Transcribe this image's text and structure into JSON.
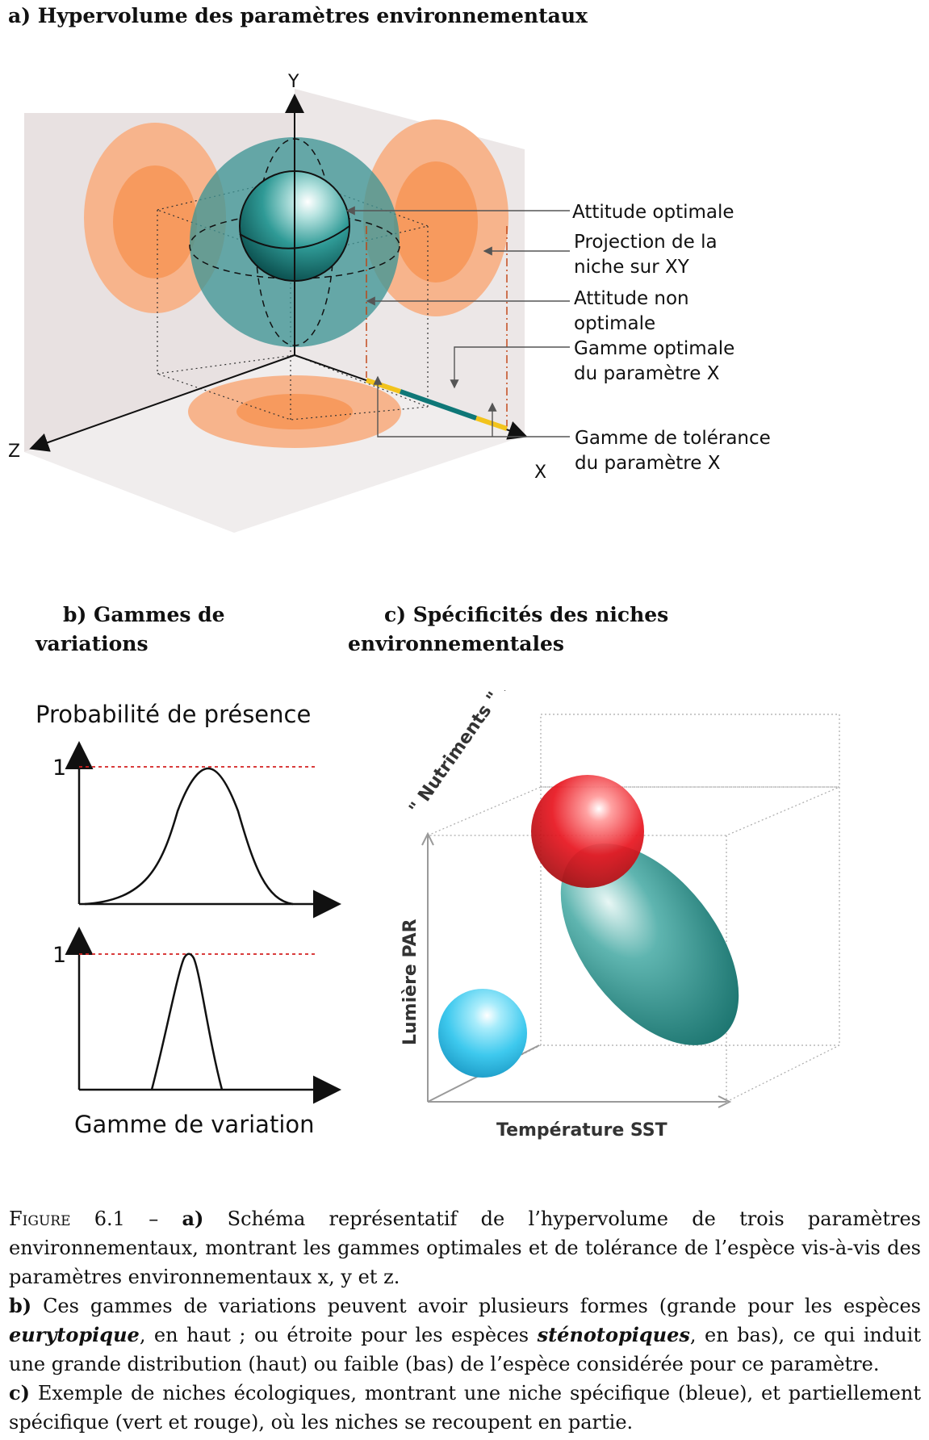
{
  "panel_a": {
    "title": "a) Hypervolume des paramètres environnementaux",
    "axis_y": "Y",
    "axis_z": "Z",
    "axis_x": "X",
    "labels": {
      "optimal_attitude": "Attitude optimale",
      "projection_line1": "Projection de la",
      "projection_line2": "niche sur XY",
      "non_optimal_line1": "Attitude non",
      "non_optimal_line2": "optimale",
      "optimal_range_line1": "Gamme optimale",
      "optimal_range_line2": "du paramètre X",
      "tolerance_line1": "Gamme de tolérance",
      "tolerance_line2": "du paramètre X"
    },
    "colors": {
      "teal": "#3f9595",
      "orange_outer": "#f7b48c",
      "orange_inner": "#f79a5e",
      "wall": "#e8e2e2",
      "yellow": "#f2c31c"
    }
  },
  "panel_b": {
    "title_line1": "b) Gammes de",
    "title_line2": "variations",
    "ylabel": "Probabilité de présence",
    "xlabel": "Gamme de variation",
    "tick_top": "1",
    "tick_bottom": "1"
  },
  "panel_c": {
    "title_line1": "c) Spécificités des niches",
    "title_line2": "environnementales",
    "axis_vertical": "Lumière PAR",
    "axis_horizontal": "Température SST",
    "axis_depth": "\" Nutriments \" MLD",
    "colors": {
      "red": "#e8141e",
      "teal": "#2b8a86",
      "blue": "#3ec9ee"
    }
  },
  "caption": {
    "figure_label": "Figure 6.1 –",
    "a_label": "a)",
    "a_text": "Schéma représentatif de l’hypervolume de trois paramètres environnementaux, montrant les gammes optimales et de tolérance de l’espèce vis-à-vis des paramètres environnementaux x, y et z.",
    "b_label": "b)",
    "b_text1": "Ces gammes de variations peuvent avoir plusieurs formes (grande pour les espèces",
    "b_em1": "eurytopique",
    "b_text2": ", en haut ; ou étroite pour les espèces",
    "b_em2": "sténotopiques",
    "b_text3": ", en bas), ce qui induit une grande distribution (haut) ou faible (bas) de l’espèce considérée pour ce paramètre.",
    "c_label": "c)",
    "c_text": "Exemple de niches écologiques, montrant une niche spécifique (bleue), et partiellement spécifique (vert et rouge), où les niches se recoupent en partie."
  }
}
